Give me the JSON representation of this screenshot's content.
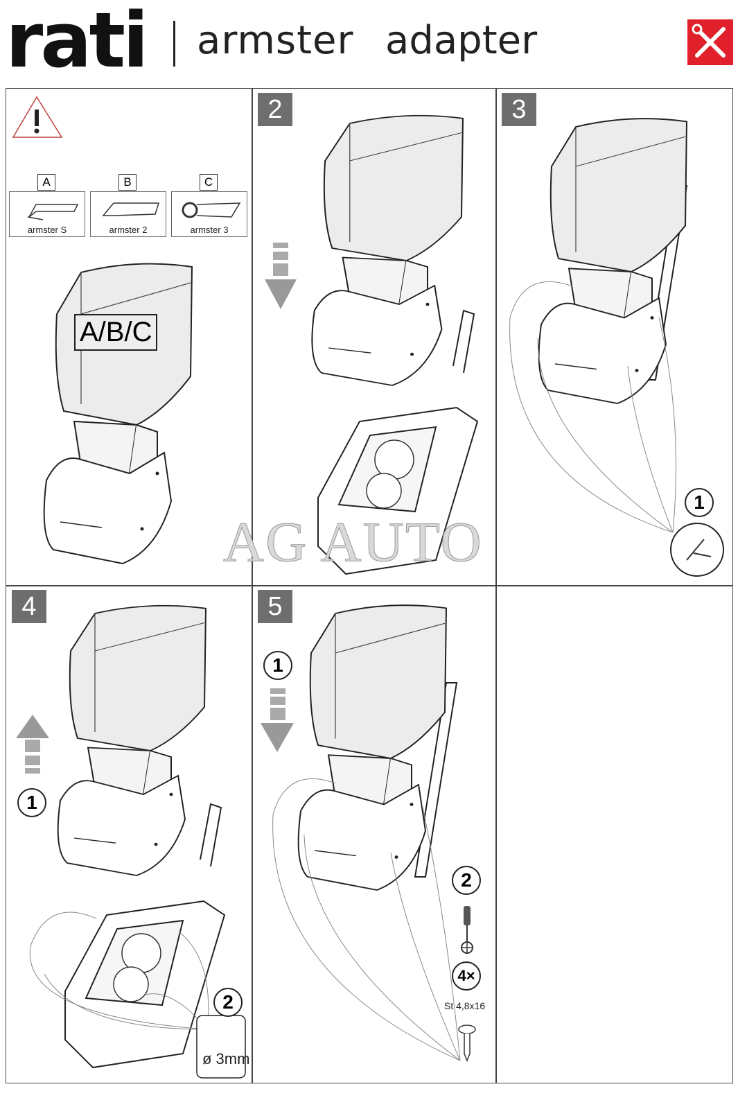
{
  "header": {
    "brand": "rati",
    "product": "armster",
    "subtitle": "adapter",
    "tools_icon": "tools-icon"
  },
  "panel1": {
    "variants": [
      {
        "letter": "A",
        "name": "armster S"
      },
      {
        "letter": "B",
        "name": "armster 2"
      },
      {
        "letter": "C",
        "name": "armster 3"
      }
    ],
    "label": "A/B/C"
  },
  "panel2": {
    "step": "2"
  },
  "panel3": {
    "step": "3",
    "marker": "1"
  },
  "panel4": {
    "step": "4",
    "marker1": "1",
    "marker2": "2",
    "drill": "ø 3mm"
  },
  "panel5": {
    "step": "5",
    "marker1": "1",
    "marker2": "2",
    "count": "4×",
    "screw": "St 4,8x16"
  },
  "watermark": "AG AUTO",
  "colors": {
    "accent": "#e0202a",
    "step_bg": "#6e6e6e",
    "warning": "#c04040"
  }
}
